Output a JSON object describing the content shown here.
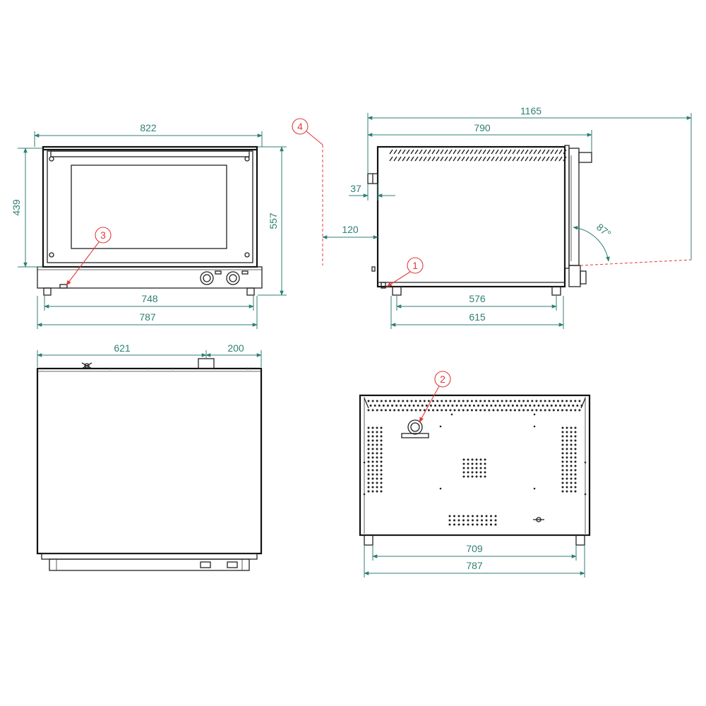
{
  "dimensions": {
    "front_width": "822",
    "front_height_left": "439",
    "front_height_right": "557",
    "front_feet": "748",
    "front_overall": "787",
    "side_total": "1165",
    "side_body": "790",
    "side_handle": "37",
    "side_clearance": "120",
    "side_feet": "576",
    "side_overall": "615",
    "door_angle": "87°",
    "top_a": "621",
    "top_b": "200",
    "back_feet": "709",
    "back_overall": "787"
  },
  "callouts": [
    "1",
    "2",
    "3",
    "4"
  ],
  "colors": {
    "dimension": "#2f7f75",
    "callout": "#e23a3a",
    "outline": "#222222"
  }
}
